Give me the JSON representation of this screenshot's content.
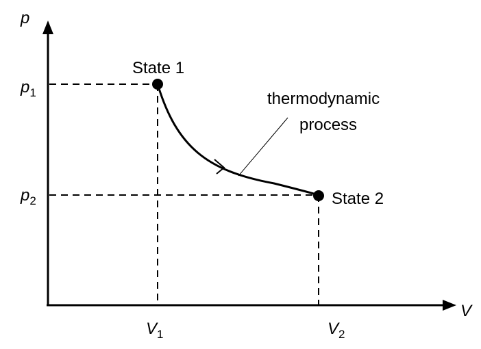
{
  "axes": {
    "y_label": "p",
    "x_label": "V"
  },
  "ticks": {
    "p1": {
      "main": "p",
      "sub": "1"
    },
    "p2": {
      "main": "p",
      "sub": "2"
    },
    "v1": {
      "main": "V",
      "sub": "1"
    },
    "v2": {
      "main": "V",
      "sub": "2"
    }
  },
  "states": {
    "state1_label": "State 1",
    "state2_label": "State 2"
  },
  "process": {
    "label_line1": "thermodynamic",
    "label_line2": "process"
  },
  "colors": {
    "ink": "#000000",
    "background": "#ffffff"
  }
}
